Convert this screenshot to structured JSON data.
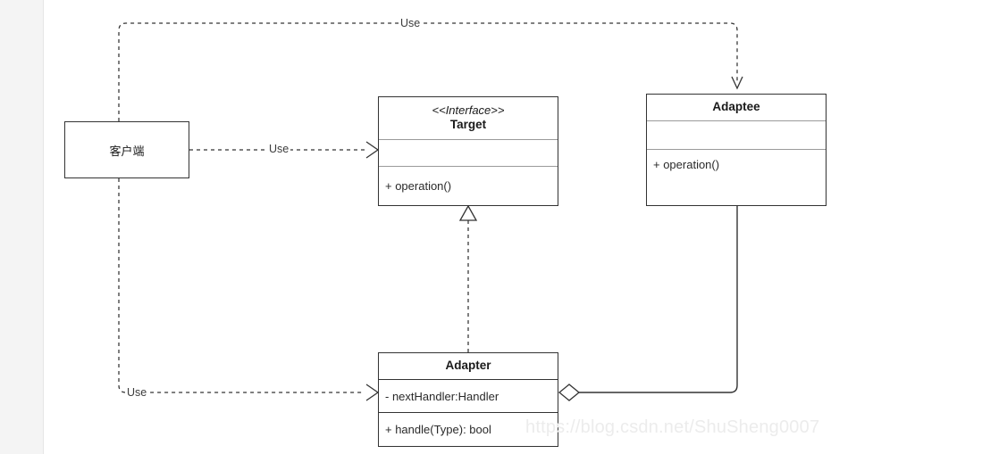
{
  "diagram": {
    "title": "Adapter Pattern UML Class Diagram",
    "background_color": "#ffffff",
    "gutter_color": "#f4f4f4",
    "line_color": "#333333",
    "watermark": "https://blog.csdn.net/ShuSheng0007",
    "classes": {
      "client": {
        "name": "客户端",
        "kind": "class"
      },
      "target": {
        "stereotype": "<<Interface>>",
        "name": "Target",
        "attributes": [],
        "operations": [
          "+ operation()"
        ]
      },
      "adaptee": {
        "name": "Adaptee",
        "attributes": [],
        "operations": [
          "+ operation()"
        ]
      },
      "adapter": {
        "name": "Adapter",
        "attributes": [
          "- nextHandler:Handler"
        ],
        "operations": [
          "+ handle(Type): bool"
        ]
      }
    },
    "relations": {
      "client_uses_target": {
        "label": "Use",
        "type": "dependency",
        "from": "客户端",
        "to": "Target"
      },
      "client_uses_adaptee": {
        "label": "Use",
        "type": "dependency",
        "from": "客户端",
        "to": "Adaptee"
      },
      "client_uses_adapter": {
        "label": "Use",
        "type": "dependency",
        "from": "客户端",
        "to": "Adapter"
      },
      "adapter_realizes_target": {
        "label": "",
        "type": "realization",
        "from": "Adapter",
        "to": "Target"
      },
      "adapter_aggregates_adaptee": {
        "label": "",
        "type": "aggregation",
        "from": "Adapter",
        "to": "Adaptee"
      }
    }
  }
}
